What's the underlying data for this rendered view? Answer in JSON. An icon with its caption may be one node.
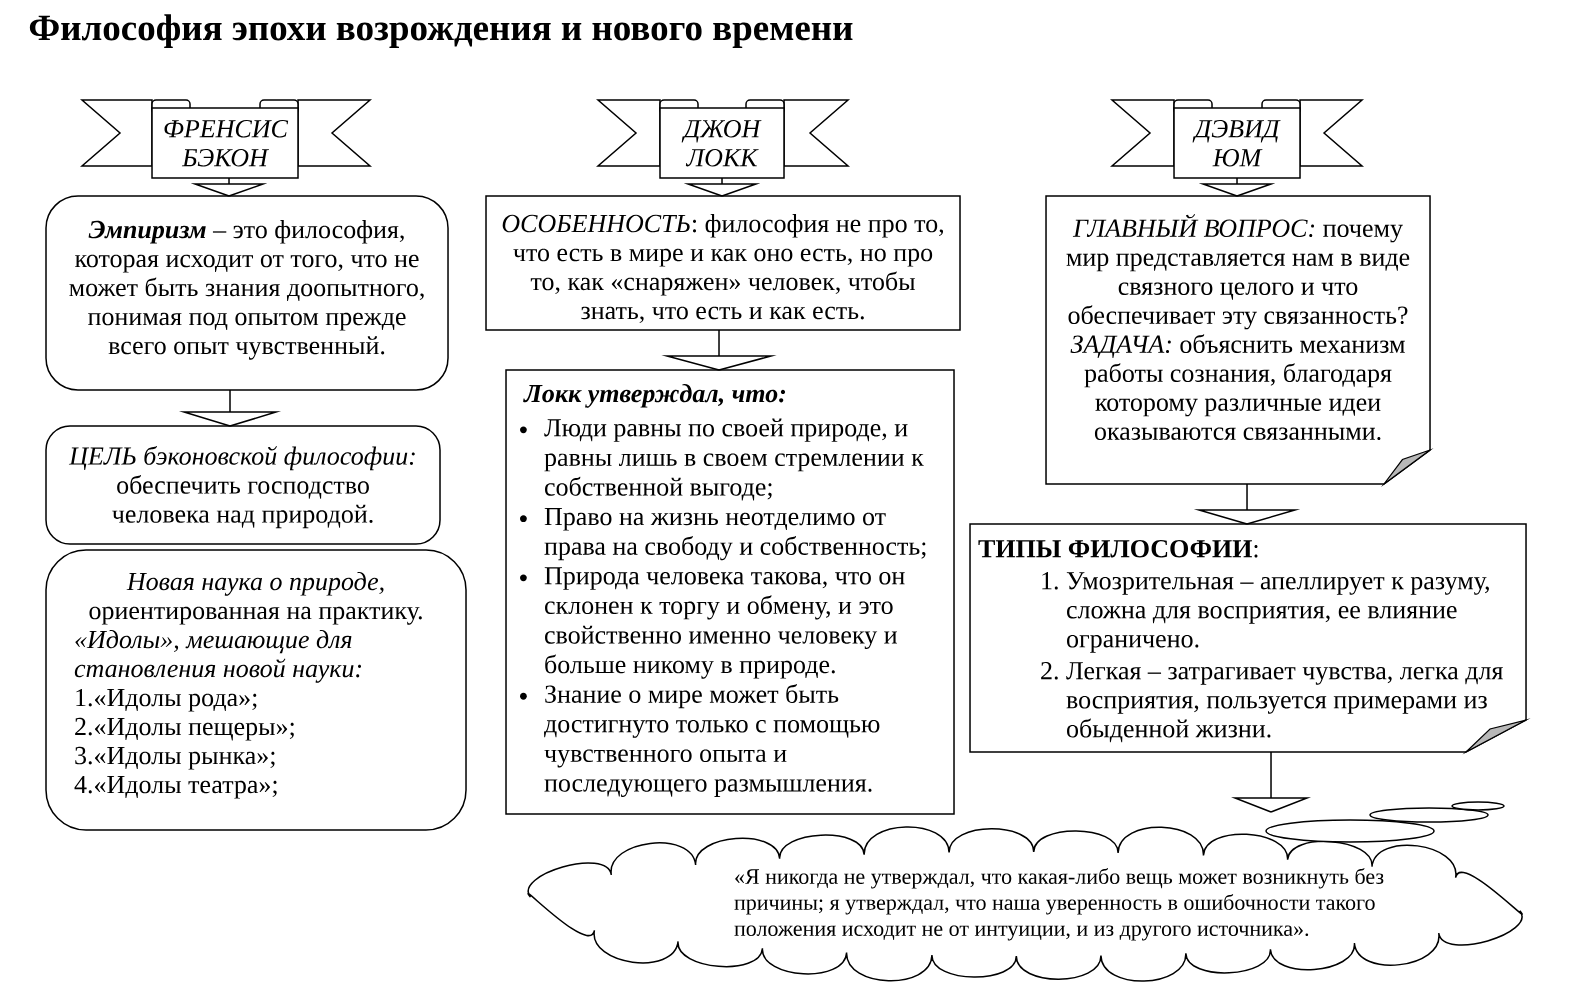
{
  "diagram": {
    "title": "Философия эпохи возрождения и нового времени",
    "nodes": [
      {
        "text": [
          "ФРЕНСИС БЭКОН"
        ]
      },
      {
        "text": [
          "**Эмпиризм** – это философия, которая исходит от того, что не может быть знания доопытного, понимая под опытом прежде всего опыт чувственный."
        ]
      },
      {
        "text": [
          "*ЦЕЛЬ бэконовской философии:* обеспечить господство человека над природой."
        ]
      },
      {
        "text": [
          "*Новая наука о природе,* ориентированная на практику.",
          "«Идолы», мешающие для становления новой науки:",
          "1.«Идолы рода»;",
          "2.«Идолы пещеры»;",
          "3.«Идолы рынка»;",
          "4.«Идолы театра»;"
        ]
      },
      {
        "text": [
          "ДЖОН ЛОКК"
        ]
      },
      {
        "text": [
          "*ОСОБЕННОСТЬ*: философия не про то, что есть в мире и как оно есть, но про то, как «снаряжен» человек, чтобы знать, что есть и как есть."
        ]
      },
      {
        "text": [
          "Локк утверждал, что:",
          "Люди равны по своей природе, и равны лишь в своем стремлении к собственной выгоде;",
          "Право на жизнь неотделимо от права на свободу и собственность;",
          "Природа человека такова, что он склонен к торгу и обмену, и это свойственно именно человеку и больше никому в природе.",
          "Знание о мире может быть достигнуто только с помощью чувственного опыта и последующего размышления."
        ]
      },
      {
        "text": [
          "ДЭВИД ЮМ"
        ]
      },
      {
        "text": [
          "*ГЛАВНЫЙ ВОПРОС:* почему мир представляется нам в виде связного целого и что обеспечивает эту связанность?",
          "*ЗАДАЧА:* объяснить механизм работы сознания, благодаря которому различные идеи оказываются связанными."
        ]
      },
      {
        "text": [
          "**ТИПЫ ФИЛОСОФИИ**:",
          "1.",
          "Умозрительная – апеллирует к разуму, сложна для восприятия, ее влияние ограничено.",
          "2.",
          "Легкая – затрагивает чувства, легка для восприятия, пользуется примерами из обыденной жизни."
        ]
      },
      {
        "text": [
          "«Я никогда не утверждал, что какая-либо вещь может возникнуть без причины; я утверждал, что наша уверенность в ошибочности такого положения исходит не от интуиции, и из другого источника»."
        ]
      }
    ],
    "edges": [
      {
        "from": 0,
        "to": 1,
        "arrow": "to"
      },
      {
        "from": 1,
        "to": 2,
        "arrow": "to"
      },
      {
        "from": 4,
        "to": 5,
        "arrow": "to"
      },
      {
        "from": 5,
        "to": 6,
        "arrow": "to"
      },
      {
        "from": 7,
        "to": 8,
        "arrow": "to"
      },
      {
        "from": 8,
        "to": 9,
        "arrow": "to"
      },
      {
        "from": 9,
        "to": 10,
        "arrow": "to"
      }
    ]
  }
}
